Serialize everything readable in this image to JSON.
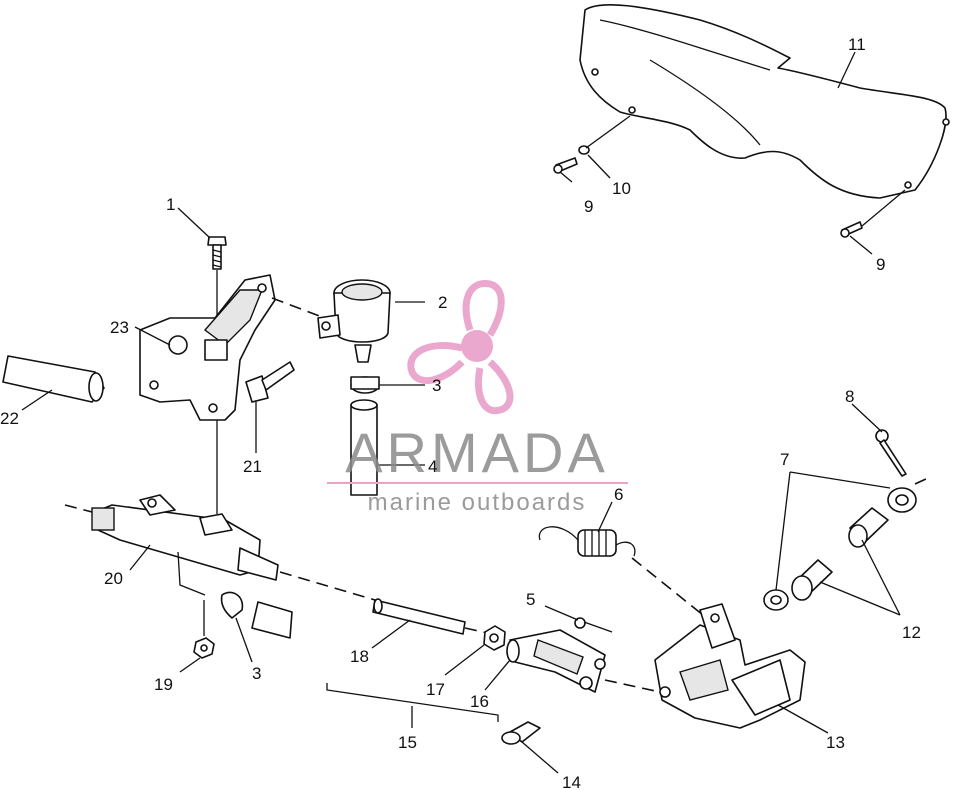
{
  "callouts": [
    {
      "label": "1"
    },
    {
      "label": "2"
    },
    {
      "label": "3"
    },
    {
      "label": "3"
    },
    {
      "label": "4"
    },
    {
      "label": "5"
    },
    {
      "label": "6"
    },
    {
      "label": "7"
    },
    {
      "label": "8"
    },
    {
      "label": "9"
    },
    {
      "label": "9"
    },
    {
      "label": "10"
    },
    {
      "label": "11"
    },
    {
      "label": "12"
    },
    {
      "label": "13"
    },
    {
      "label": "14"
    },
    {
      "label": "15"
    },
    {
      "label": "16"
    },
    {
      "label": "17"
    },
    {
      "label": "18"
    },
    {
      "label": "19"
    },
    {
      "label": "20"
    },
    {
      "label": "21"
    },
    {
      "label": "22"
    },
    {
      "label": "23"
    }
  ],
  "watermark": {
    "brand": "ARMADA",
    "tagline": "marine outboards",
    "color": "#e9a4cc",
    "text_color": "#8a8a8a"
  }
}
